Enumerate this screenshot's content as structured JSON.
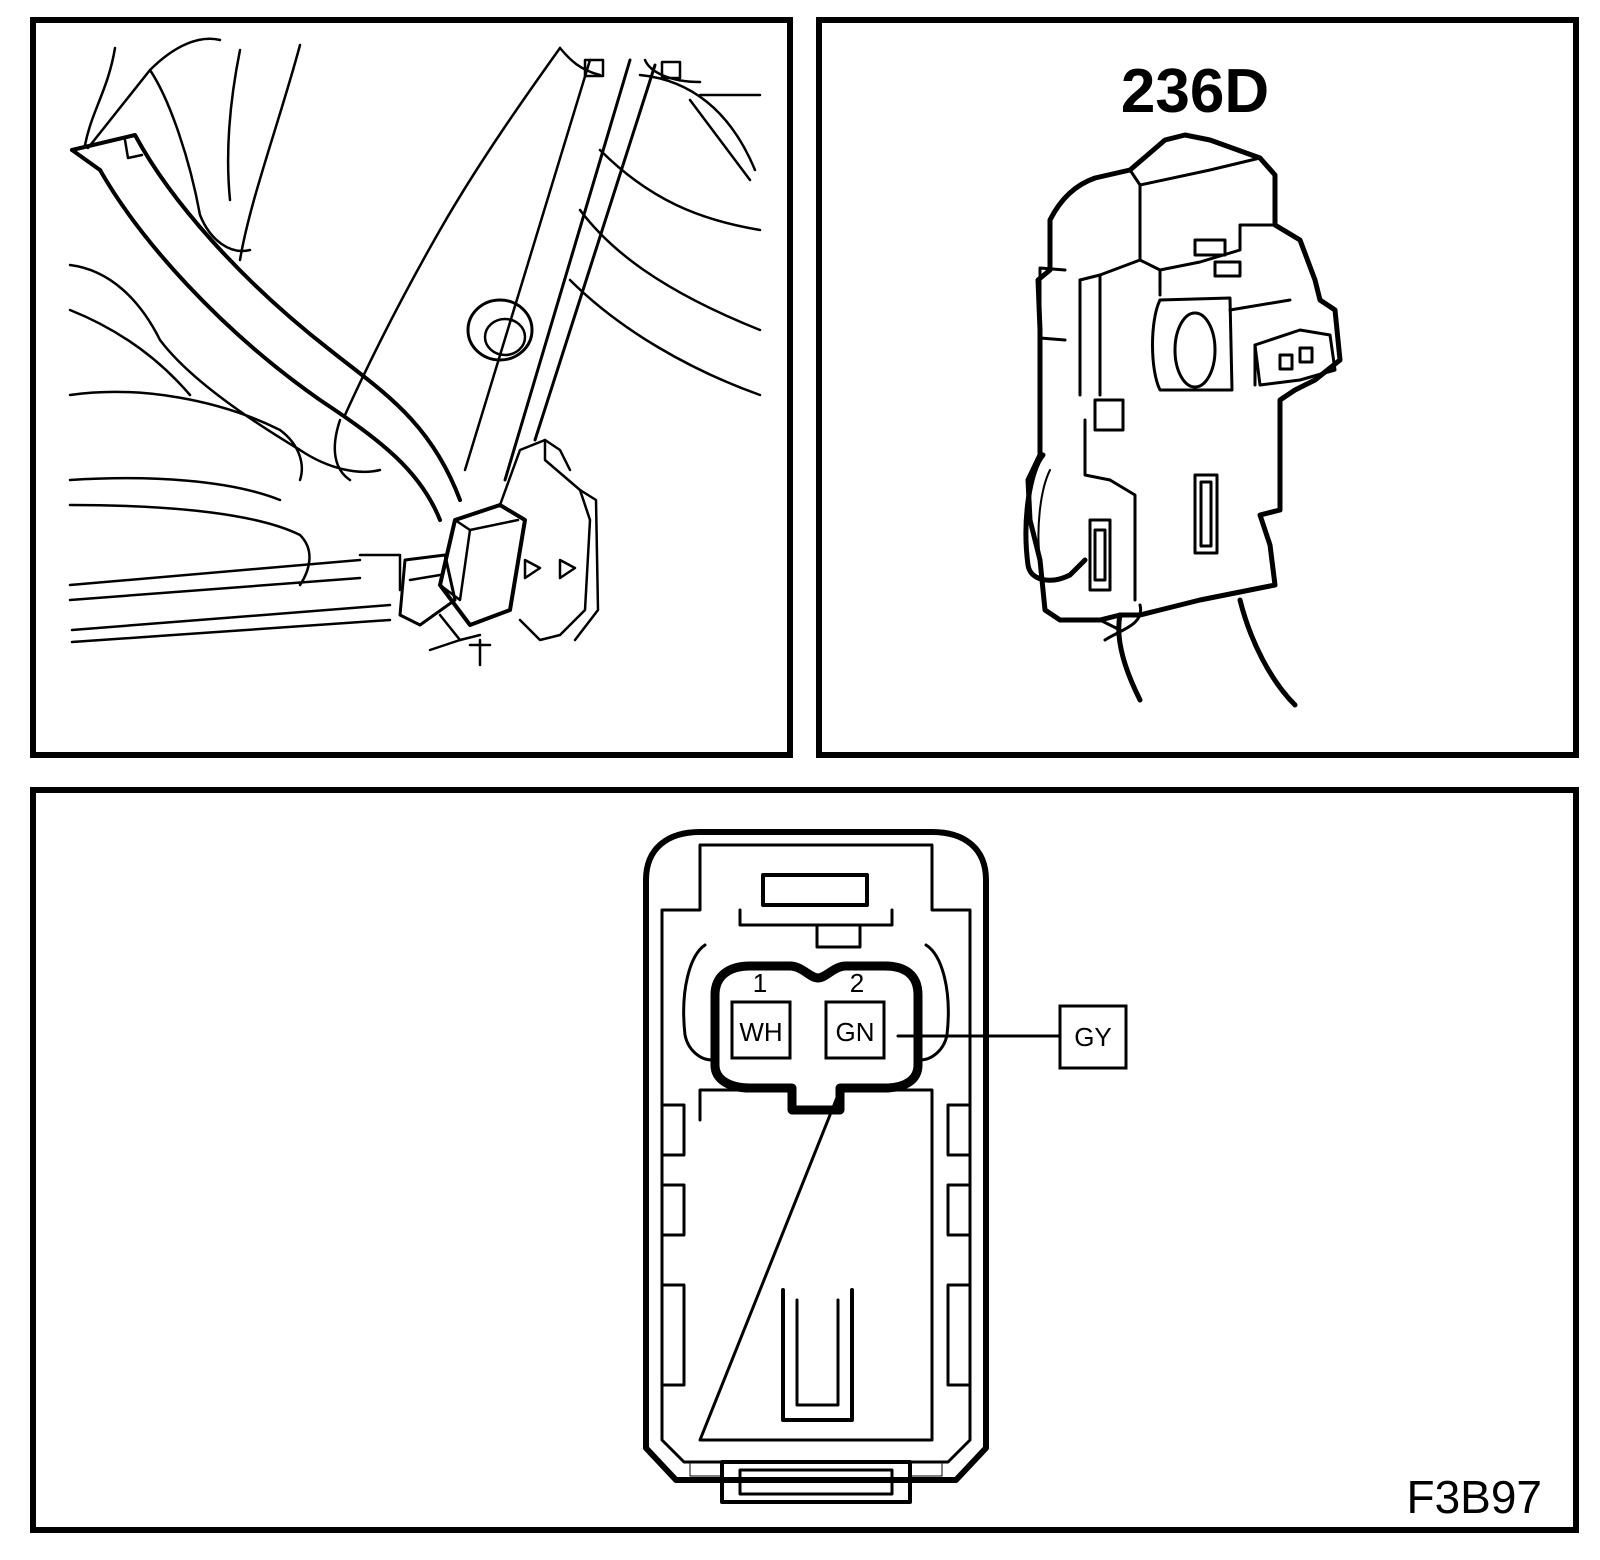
{
  "panels": {
    "top_right": {
      "connector_label": "236D"
    },
    "bottom": {
      "pins": [
        {
          "number": "1",
          "wire_color": "WH"
        },
        {
          "number": "2",
          "wire_color": "GN"
        }
      ],
      "harness_color": "GY",
      "figure_id": "F3B97"
    }
  },
  "colors": {
    "line": "#000000",
    "background": "#ffffff"
  }
}
